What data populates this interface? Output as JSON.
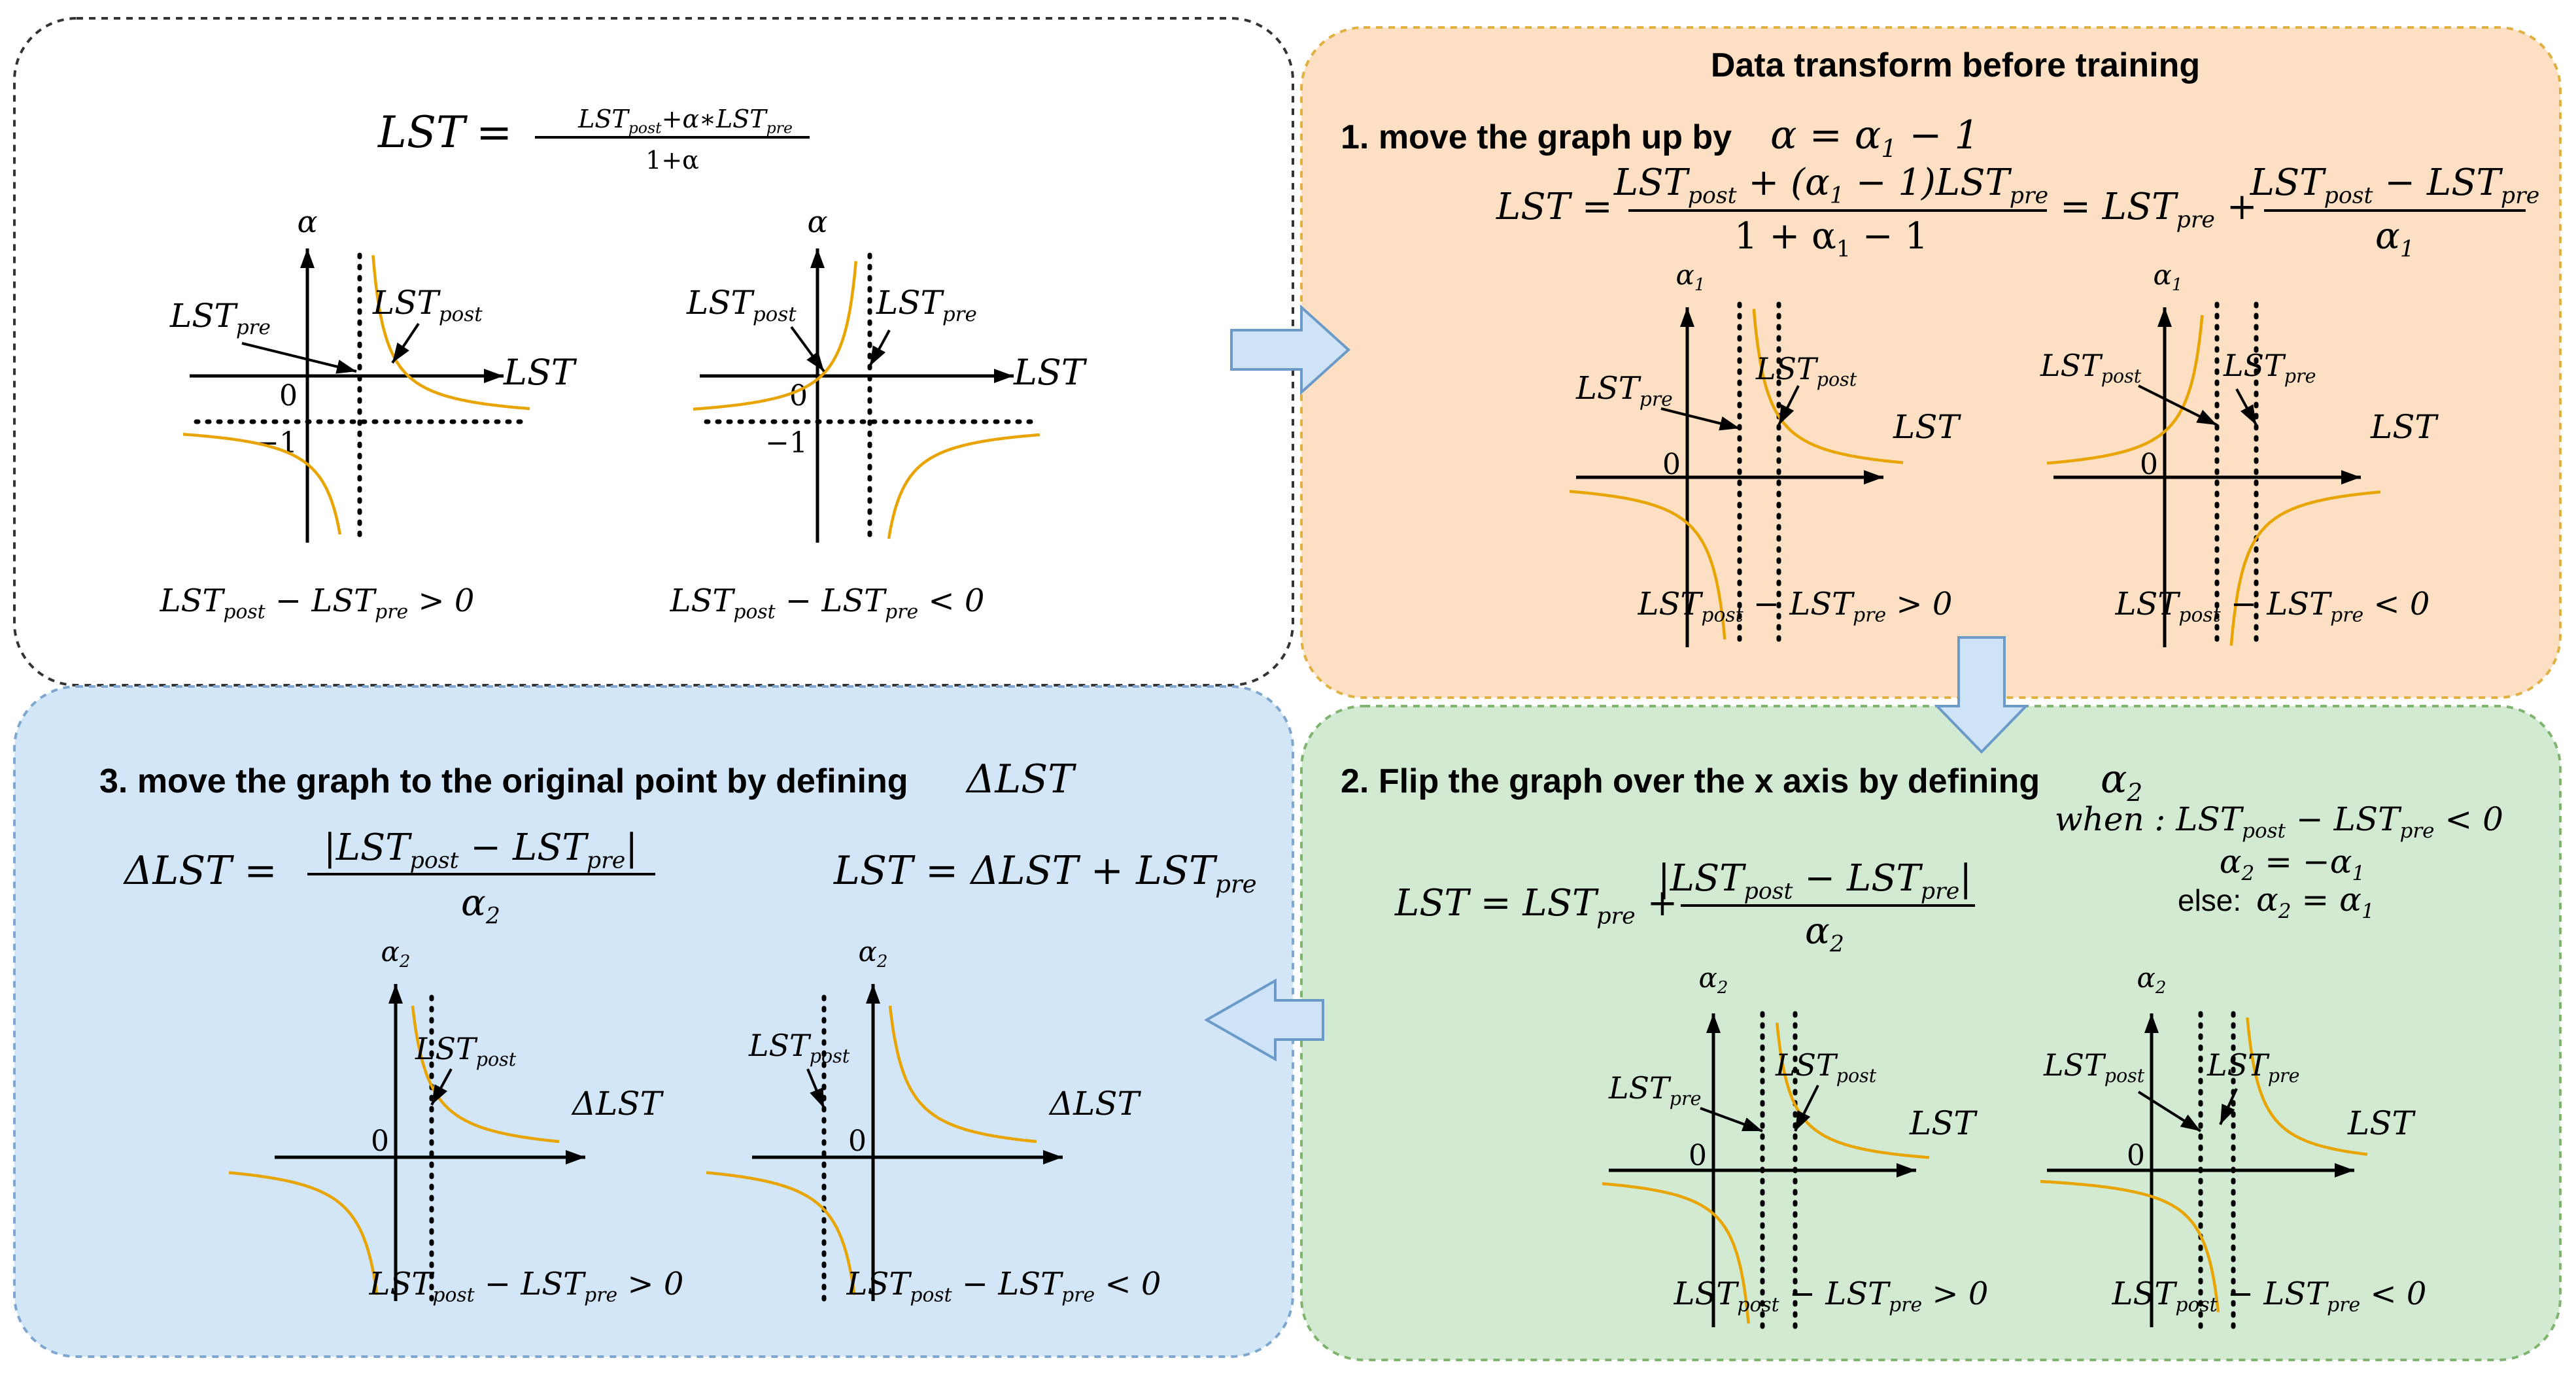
{
  "panel0": {
    "formula_lhs": "LST",
    "formula_num": "LST_{post}+α∗LST_{pre}",
    "formula_den": "1+α",
    "graphs": [
      {
        "y_label": "α",
        "x_label": "LST",
        "zero": "0",
        "neg_one": "−1",
        "arrow_left_label": "LST_{pre}",
        "arrow_right_label": "LST_{post}",
        "caption": "LST_{post} − LST_{pre} > 0"
      },
      {
        "y_label": "α",
        "x_label": "LST",
        "zero": "0",
        "neg_one": "−1",
        "arrow_left_label": "LST_{post}",
        "arrow_right_label": "LST_{pre}",
        "caption": "LST_{post} − LST_{pre} < 0"
      }
    ]
  },
  "panel1": {
    "header": "Data transform before training",
    "step_title": "1.  move the graph up by",
    "step_math": "α = α_{1} − 1",
    "formula_lhs": "LST =",
    "formula_num1": "LST_{post} + (α_{1} − 1)LST_{pre}",
    "formula_den1": "1 + α_{1} − 1",
    "formula_mid": "= LST_{pre} +",
    "formula_num2": "LST_{post} − LST_{pre}",
    "formula_den2": "α_{1}",
    "graphs": [
      {
        "y_label": "α_{1}",
        "x_label": "LST",
        "zero": "0",
        "arrow_left_label": "LST_{pre}",
        "arrow_right_label": "LST_{post}",
        "caption": "LST_{post} − LST_{pre} > 0"
      },
      {
        "y_label": "α_{1}",
        "x_label": "LST",
        "zero": "0",
        "arrow_left_label": "LST_{post}",
        "arrow_right_label": "LST_{pre}",
        "caption": "LST_{post} − LST_{pre} < 0"
      }
    ]
  },
  "panel2": {
    "step_title": "2.  Flip the graph over the x axis  by defining",
    "step_math": "α_{2}",
    "cond1": "when : LST_{post} − LST_{pre} < 0",
    "cond2": "α_{2} = −α_{1}",
    "else_text": "else:",
    "else_math": "α_{2} = α_{1}",
    "formula_lhs": "LST = LST_{pre} +",
    "formula_num": "|LST_{post} − LST_{pre}|",
    "formula_den": "α_{2}",
    "graphs": [
      {
        "y_label": "α_{2}",
        "x_label": "LST",
        "zero": "0",
        "arrow_left_label": "LST_{pre}",
        "arrow_right_label": "LST_{post}",
        "caption": "LST_{post} − LST_{pre} > 0"
      },
      {
        "y_label": "α_{2}",
        "x_label": "LST",
        "zero": "0",
        "arrow_left_label": "LST_{post}",
        "arrow_right_label": "LST_{pre}",
        "caption": "LST_{post} − LST_{pre} < 0"
      }
    ]
  },
  "panel3": {
    "step_title": "3.  move the graph to the original point by defining",
    "step_math": "ΔLST",
    "formula1_lhs": "ΔLST =",
    "formula1_num": "|LST_{post} − LST_{pre}|",
    "formula1_den": "α_{2}",
    "formula2": "LST = ΔLST + LST_{pre}",
    "graphs": [
      {
        "y_label": "α_{2}",
        "x_label": "ΔLST",
        "zero": "0",
        "arrow_label": "LST_{post}",
        "caption": "LST_{post} − LST_{pre} > 0"
      },
      {
        "y_label": "α_{2}",
        "x_label": "ΔLST",
        "zero": "0",
        "arrow_label": "LST_{post}",
        "caption": "LST_{post} − LST_{pre} < 0"
      }
    ]
  },
  "colors": {
    "curve": "#e8a400",
    "panel0_fill": "#ffffff",
    "panel0_border": "#333333",
    "panel1_fill": "#fde0c3",
    "panel1_border": "#e0b040",
    "panel2_fill": "#d3ead2",
    "panel2_border": "#7fb46f",
    "panel3_fill": "#d2e6f8",
    "panel3_border": "#7ea6cf",
    "flow_arrow_fill": "#cfe3f6",
    "flow_arrow_stroke": "#6b9ac8"
  }
}
